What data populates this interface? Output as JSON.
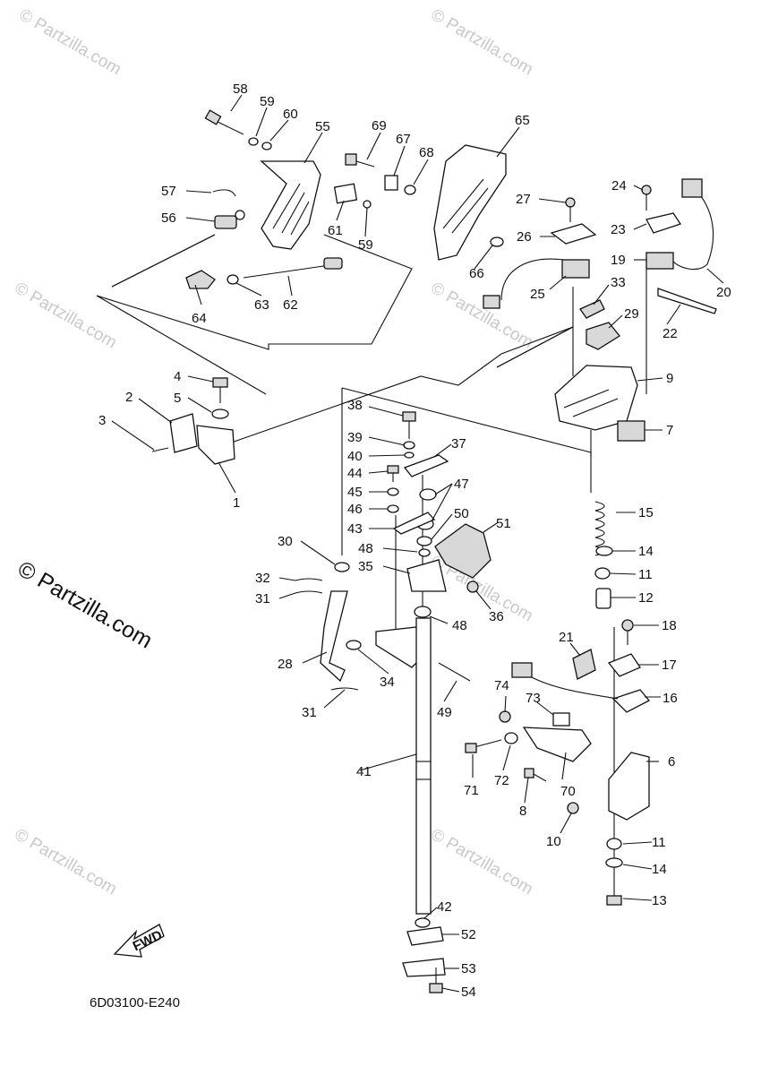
{
  "diagram_code": "6D03100-E240",
  "fwd_label": "FWD",
  "watermark": "© Partzilla.com",
  "watermark_big": "© Partzilla.com",
  "callouts": [
    {
      "id": "c58",
      "n": "58"
    },
    {
      "id": "c59a",
      "n": "59"
    },
    {
      "id": "c60",
      "n": "60"
    },
    {
      "id": "c55",
      "n": "55"
    },
    {
      "id": "c69",
      "n": "69"
    },
    {
      "id": "c67",
      "n": "67"
    },
    {
      "id": "c68",
      "n": "68"
    },
    {
      "id": "c65",
      "n": "65"
    },
    {
      "id": "c57",
      "n": "57"
    },
    {
      "id": "c56",
      "n": "56"
    },
    {
      "id": "c61",
      "n": "61"
    },
    {
      "id": "c59b",
      "n": "59"
    },
    {
      "id": "c66",
      "n": "66"
    },
    {
      "id": "c27",
      "n": "27"
    },
    {
      "id": "c24",
      "n": "24"
    },
    {
      "id": "c26",
      "n": "26"
    },
    {
      "id": "c23",
      "n": "23"
    },
    {
      "id": "c19",
      "n": "19"
    },
    {
      "id": "c20",
      "n": "20"
    },
    {
      "id": "c25",
      "n": "25"
    },
    {
      "id": "c33",
      "n": "33"
    },
    {
      "id": "c29",
      "n": "29"
    },
    {
      "id": "c22",
      "n": "22"
    },
    {
      "id": "c64",
      "n": "64"
    },
    {
      "id": "c63",
      "n": "63"
    },
    {
      "id": "c62",
      "n": "62"
    },
    {
      "id": "c4",
      "n": "4"
    },
    {
      "id": "c2",
      "n": "2"
    },
    {
      "id": "c5",
      "n": "5"
    },
    {
      "id": "c3",
      "n": "3"
    },
    {
      "id": "c1",
      "n": "1"
    },
    {
      "id": "c9",
      "n": "9"
    },
    {
      "id": "c7",
      "n": "7"
    },
    {
      "id": "c38",
      "n": "38"
    },
    {
      "id": "c39",
      "n": "39"
    },
    {
      "id": "c37",
      "n": "37"
    },
    {
      "id": "c40",
      "n": "40"
    },
    {
      "id": "c44",
      "n": "44"
    },
    {
      "id": "c45",
      "n": "45"
    },
    {
      "id": "c47",
      "n": "47"
    },
    {
      "id": "c46",
      "n": "46"
    },
    {
      "id": "c43",
      "n": "43"
    },
    {
      "id": "c50",
      "n": "50"
    },
    {
      "id": "c51",
      "n": "51"
    },
    {
      "id": "c15",
      "n": "15"
    },
    {
      "id": "c30",
      "n": "30"
    },
    {
      "id": "c48a",
      "n": "48"
    },
    {
      "id": "c14a",
      "n": "14"
    },
    {
      "id": "c35",
      "n": "35"
    },
    {
      "id": "c11a",
      "n": "11"
    },
    {
      "id": "c32",
      "n": "32"
    },
    {
      "id": "c31a",
      "n": "31"
    },
    {
      "id": "c12",
      "n": "12"
    },
    {
      "id": "c36",
      "n": "36"
    },
    {
      "id": "c48b",
      "n": "48"
    },
    {
      "id": "c18",
      "n": "18"
    },
    {
      "id": "c21",
      "n": "21"
    },
    {
      "id": "c28",
      "n": "28"
    },
    {
      "id": "c34",
      "n": "34"
    },
    {
      "id": "c17",
      "n": "17"
    },
    {
      "id": "c74",
      "n": "74"
    },
    {
      "id": "c73",
      "n": "73"
    },
    {
      "id": "c16",
      "n": "16"
    },
    {
      "id": "c31b",
      "n": "31"
    },
    {
      "id": "c49",
      "n": "49"
    },
    {
      "id": "c6",
      "n": "6"
    },
    {
      "id": "c41",
      "n": "41"
    },
    {
      "id": "c71",
      "n": "71"
    },
    {
      "id": "c72",
      "n": "72"
    },
    {
      "id": "c70",
      "n": "70"
    },
    {
      "id": "c8",
      "n": "8"
    },
    {
      "id": "c10",
      "n": "10"
    },
    {
      "id": "c11b",
      "n": "11"
    },
    {
      "id": "c14b",
      "n": "14"
    },
    {
      "id": "c42",
      "n": "42"
    },
    {
      "id": "c13",
      "n": "13"
    },
    {
      "id": "c52",
      "n": "52"
    },
    {
      "id": "c53",
      "n": "53"
    },
    {
      "id": "c54",
      "n": "54"
    }
  ]
}
